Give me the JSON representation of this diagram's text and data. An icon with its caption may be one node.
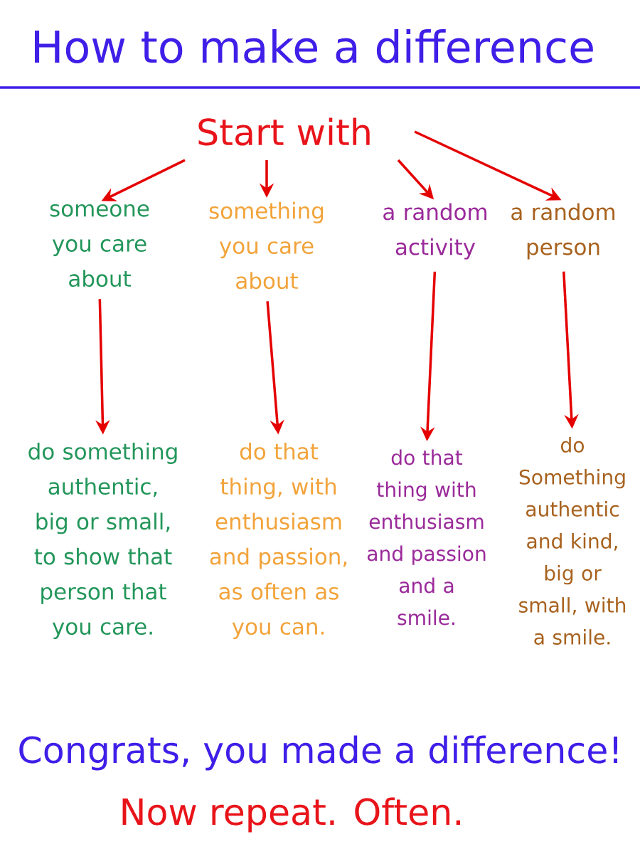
{
  "diagram": {
    "title": "How to make a difference",
    "nodes": [
      {
        "text": [
          "Start with"
        ]
      },
      {
        "text": [
          "someone you care about"
        ]
      },
      {
        "text": [
          "something you care about"
        ]
      },
      {
        "text": [
          "a random activity"
        ]
      },
      {
        "text": [
          "a random person"
        ]
      },
      {
        "text": [
          "do something authentic, big or small, to show that person that you care."
        ]
      },
      {
        "text": [
          "do that thing, with enthusiasm and passion, as often as you can."
        ]
      },
      {
        "text": [
          "do that thing with enthusiasm and passion and a smile."
        ]
      },
      {
        "text": [
          "do Something authentic and kind, big or small, with a smile."
        ]
      }
    ],
    "edges": [
      {
        "from": 0,
        "to": 1,
        "arrow": "to"
      },
      {
        "from": 0,
        "to": 2,
        "arrow": "to"
      },
      {
        "from": 0,
        "to": 3,
        "arrow": "to"
      },
      {
        "from": 0,
        "to": 4,
        "arrow": "to"
      },
      {
        "from": 1,
        "to": 5,
        "arrow": "to"
      },
      {
        "from": 2,
        "to": 6,
        "arrow": "to"
      },
      {
        "from": 3,
        "to": 7,
        "arrow": "to"
      },
      {
        "from": 4,
        "to": 8,
        "arrow": "to"
      }
    ],
    "labels": [
      "Congrats, you made a difference!",
      "Now repeat. Often."
    ]
  }
}
